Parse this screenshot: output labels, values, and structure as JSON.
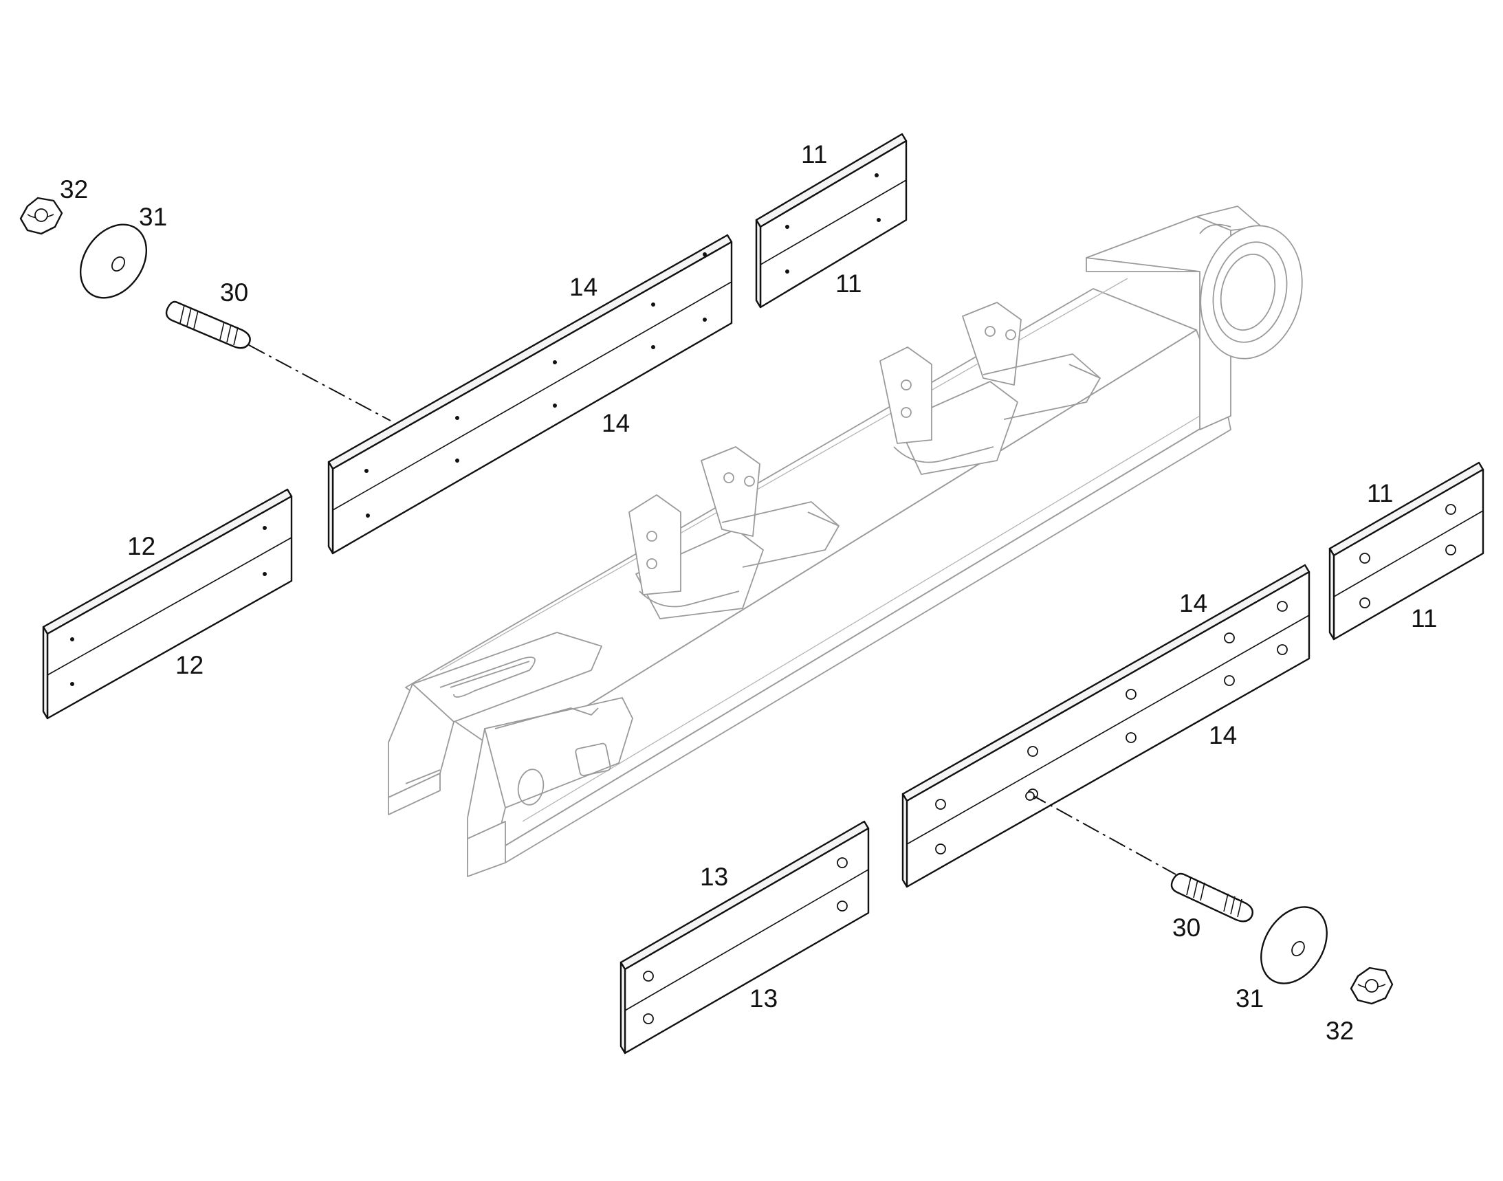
{
  "labels": {
    "nut_top": "32",
    "washer_top": "31",
    "stud_top": "30",
    "strip_top_a": "14",
    "strip_top_b": "14",
    "plate_top_a": "11",
    "plate_top_b": "11",
    "plate_left_a": "12",
    "plate_left_b": "12",
    "plate_right_a": "11",
    "plate_right_b": "11",
    "strip_right_a": "14",
    "strip_right_b": "14",
    "plate_bottom_a": "13",
    "plate_bottom_b": "13",
    "stud_bottom": "30",
    "washer_bottom": "31",
    "nut_bottom": "32"
  }
}
